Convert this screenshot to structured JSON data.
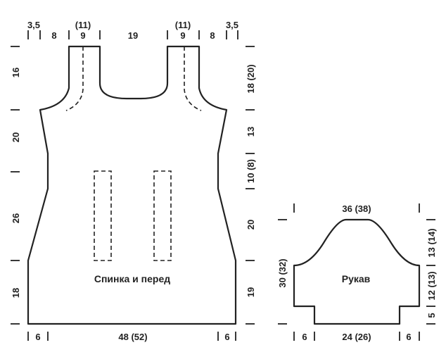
{
  "body": {
    "title": "Спинка и перед",
    "top": [
      "3,5",
      "8",
      "(11)",
      "9",
      "19",
      "(11)",
      "9",
      "8",
      "3,5"
    ],
    "left": [
      "16",
      "20",
      "26",
      "18"
    ],
    "right": [
      "18 (20)",
      "13",
      "10 (8)",
      "20",
      "19"
    ],
    "bottom": [
      "6",
      "48 (52)",
      "6"
    ]
  },
  "sleeve": {
    "title": "Рукав",
    "top": "36 (38)",
    "left": "30 (32)",
    "right": [
      "13 (14)",
      "12 (13)",
      "5"
    ],
    "bottom": [
      "6",
      "24 (26)",
      "6"
    ]
  }
}
